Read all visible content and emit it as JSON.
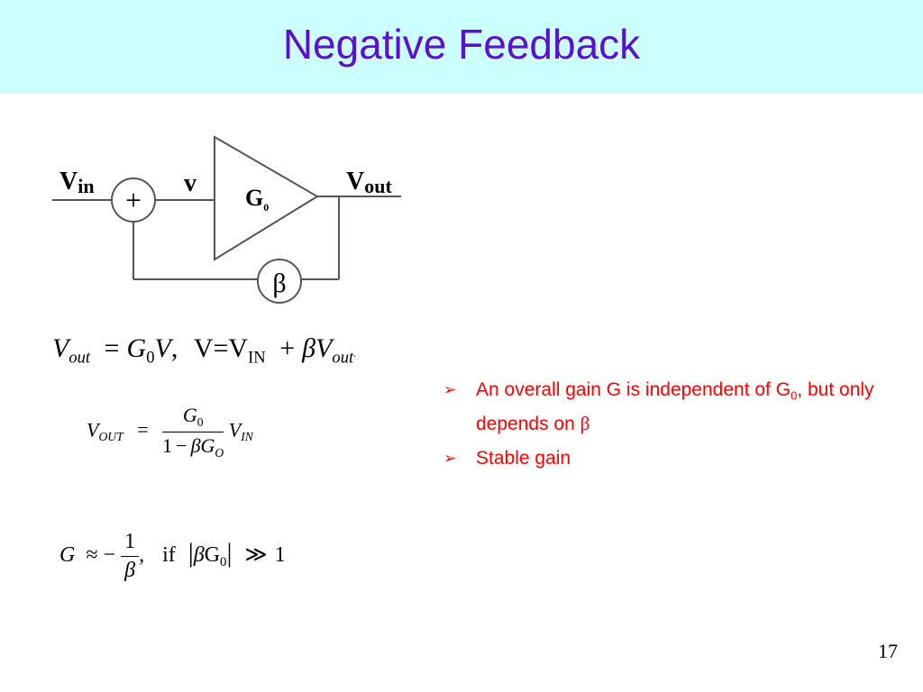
{
  "slide": {
    "title": "Negative Feedback",
    "page_number": "17"
  },
  "diagram": {
    "vin_label": "V",
    "vin_sub": "in",
    "summer_symbol": "+",
    "v_label": "v",
    "gain_label": "G",
    "gain_sub": "0",
    "vout_label": "V",
    "vout_sub": "out",
    "beta_symbol": "β"
  },
  "equations": {
    "eq1": {
      "vout": "V",
      "vout_sub": "out",
      "equals": "=",
      "g": "G",
      "g_sub": "0",
      "v": "V",
      "comma": ",",
      "v_eq": "V=V",
      "in_sub": "IN",
      "plus": "+",
      "beta": "β",
      "v2": "V",
      "out_sub": "out",
      "dot": "."
    },
    "eq2": {
      "vout": "V",
      "vout_sub": "OUT",
      "equals": "=",
      "num_g": "G",
      "num_sub": "0",
      "den_one": "1",
      "den_minus": "−",
      "den_beta": "β",
      "den_g": "G",
      "den_sub": "O",
      "vin": "V",
      "vin_sub": "IN"
    },
    "eq3": {
      "g": "G",
      "approx": "≈",
      "minus": "−",
      "num": "1",
      "den": "β",
      "comma": ",",
      "if": "if",
      "bar": "|",
      "beta": "β",
      "g0": "G",
      "g0_sub": "0",
      "gg": "≫",
      "one": "1"
    }
  },
  "bullets": [
    {
      "text_a": "An overall gain G is independent of G",
      "sub": "0",
      "text_b": ", but only depends on ",
      "beta": "β"
    },
    {
      "text": "Stable gain"
    }
  ],
  "bullet_arrow": "➢",
  "colors": {
    "title_bg": "#ccffff",
    "title_text": "#5b0fd0",
    "bullet_text": "#ff0000"
  }
}
